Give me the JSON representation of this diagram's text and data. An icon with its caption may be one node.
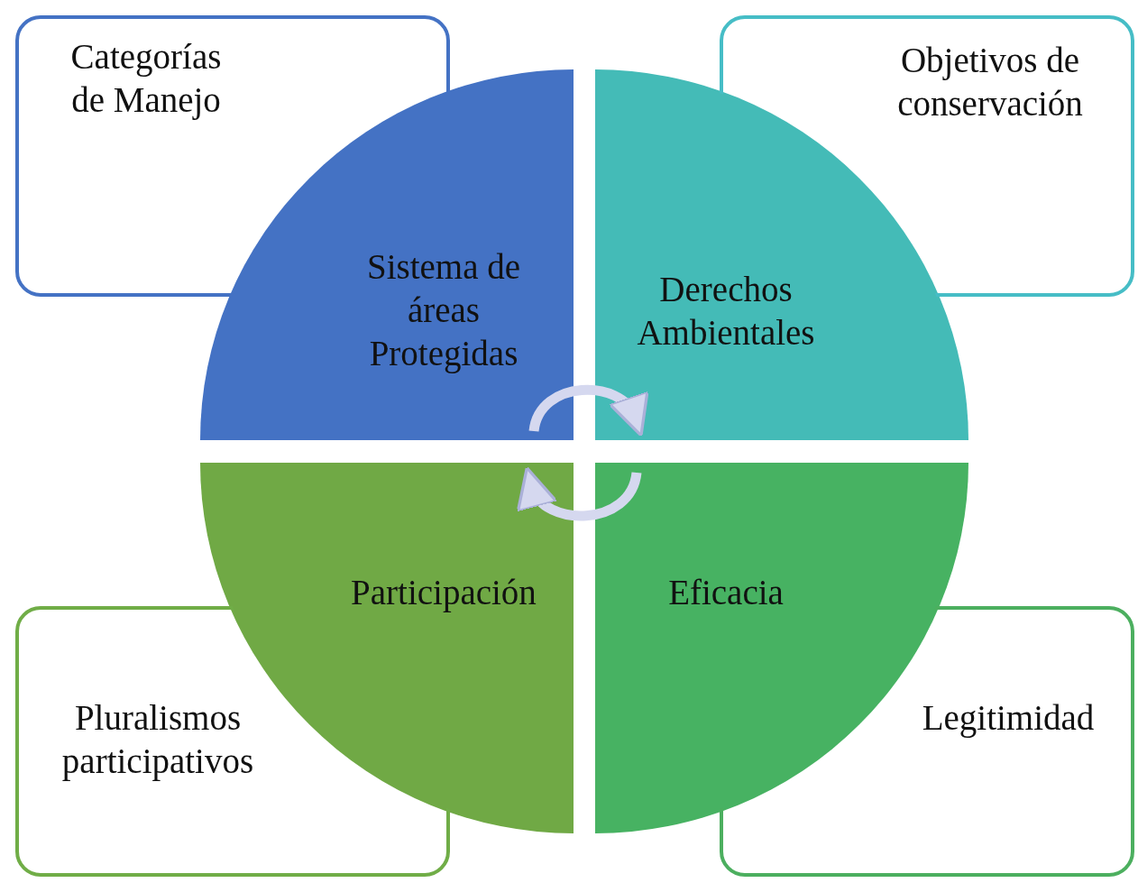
{
  "diagram": {
    "nodes": [
      {
        "text": [
          "Categorías de Manejo"
        ]
      },
      {
        "text": [
          "Objetivos de conservación"
        ]
      },
      {
        "text": [
          "Sistema de áreas Protegidas"
        ]
      },
      {
        "text": [
          "Derechos Ambientales"
        ]
      },
      {
        "text": [
          "Participación"
        ]
      },
      {
        "text": [
          "Eficacia"
        ]
      },
      {
        "text": [
          "Pluralismos participativos"
        ]
      },
      {
        "text": [
          "Legitimidad"
        ]
      }
    ],
    "edges": [
      {
        "from": 2,
        "to": 3,
        "arrow": "to"
      },
      {
        "from": 5,
        "to": 4,
        "arrow": "to"
      }
    ]
  }
}
